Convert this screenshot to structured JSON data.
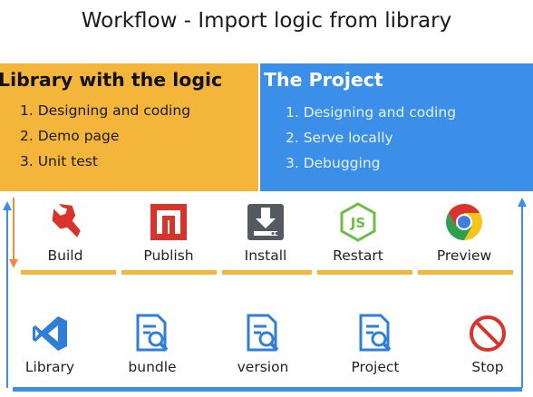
{
  "title": "Workflow - Import logic from library",
  "library_panel": {
    "heading": "Library with the logic",
    "steps": [
      "1. Designing and coding",
      "2. Demo page",
      "3. Unit test"
    ]
  },
  "project_panel": {
    "heading": "The Project",
    "steps": [
      "1. Designing and coding",
      "2. Serve locally",
      "3. Debugging"
    ]
  },
  "top_row": [
    {
      "label": "Build",
      "icon": "wrench-icon"
    },
    {
      "label": "Publish",
      "icon": "npm-icon"
    },
    {
      "label": "Install",
      "icon": "download-tray-icon"
    },
    {
      "label": "Restart",
      "icon": "nodejs-icon"
    },
    {
      "label": "Preview",
      "icon": "chrome-icon"
    }
  ],
  "bottom_row": [
    {
      "label": "Library",
      "icon": "vscode-icon"
    },
    {
      "label": "bundle",
      "icon": "document-search-icon"
    },
    {
      "label": "version",
      "icon": "document-search-icon"
    },
    {
      "label": "Project",
      "icon": "document-search-icon"
    },
    {
      "label": "Stop",
      "icon": "prohibited-icon"
    }
  ],
  "colors": {
    "library": "#f3b63a",
    "project": "#3c8fe8",
    "arrow_orange": "#f08a3c",
    "icon_blue": "#2f7fd6",
    "icon_red": "#d9342b"
  }
}
